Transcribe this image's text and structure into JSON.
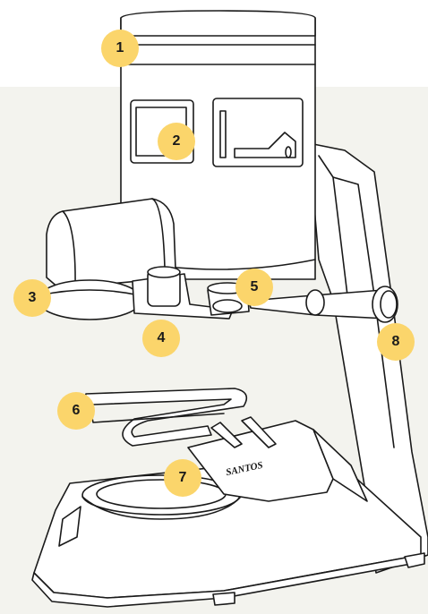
{
  "callouts": [
    {
      "id": "1",
      "label": "1"
    },
    {
      "id": "2",
      "label": "2"
    },
    {
      "id": "3",
      "label": "3"
    },
    {
      "id": "4",
      "label": "4"
    },
    {
      "id": "5",
      "label": "5"
    },
    {
      "id": "6",
      "label": "6"
    },
    {
      "id": "7",
      "label": "7"
    },
    {
      "id": "8",
      "label": "8"
    }
  ],
  "brand_mark": "SANTOS",
  "colors": {
    "badge_fill": "#fbd56b",
    "background_panel": "#f3f3ee",
    "line": "#1a1a1a",
    "machine_fill": "#ffffff"
  }
}
